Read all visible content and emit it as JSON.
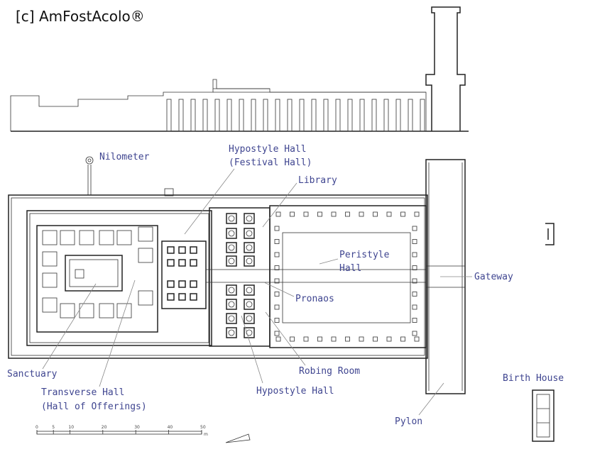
{
  "watermark": "[c] AmFostAcolo®",
  "labels": {
    "nilometer": "Nilometer",
    "hypostyle_festival_1": "Hypostyle Hall",
    "hypostyle_festival_2": "(Festival Hall)",
    "library": "Library",
    "peristyle_1": "Peristyle",
    "peristyle_2": "Hall",
    "gateway": "Gateway",
    "pronaos": "Pronaos",
    "robing_room": "Robing Room",
    "hypostyle_hall": "Hypostyle Hall",
    "sanctuary": "Sanctuary",
    "transverse_1": "Transverse Hall",
    "transverse_2": "(Hall of Offerings)",
    "pylon": "Pylon",
    "birth_house": "Birth House"
  },
  "scale": {
    "ticks": [
      "0",
      "5",
      "10",
      "20",
      "30",
      "40",
      "50"
    ],
    "unit": "m"
  }
}
